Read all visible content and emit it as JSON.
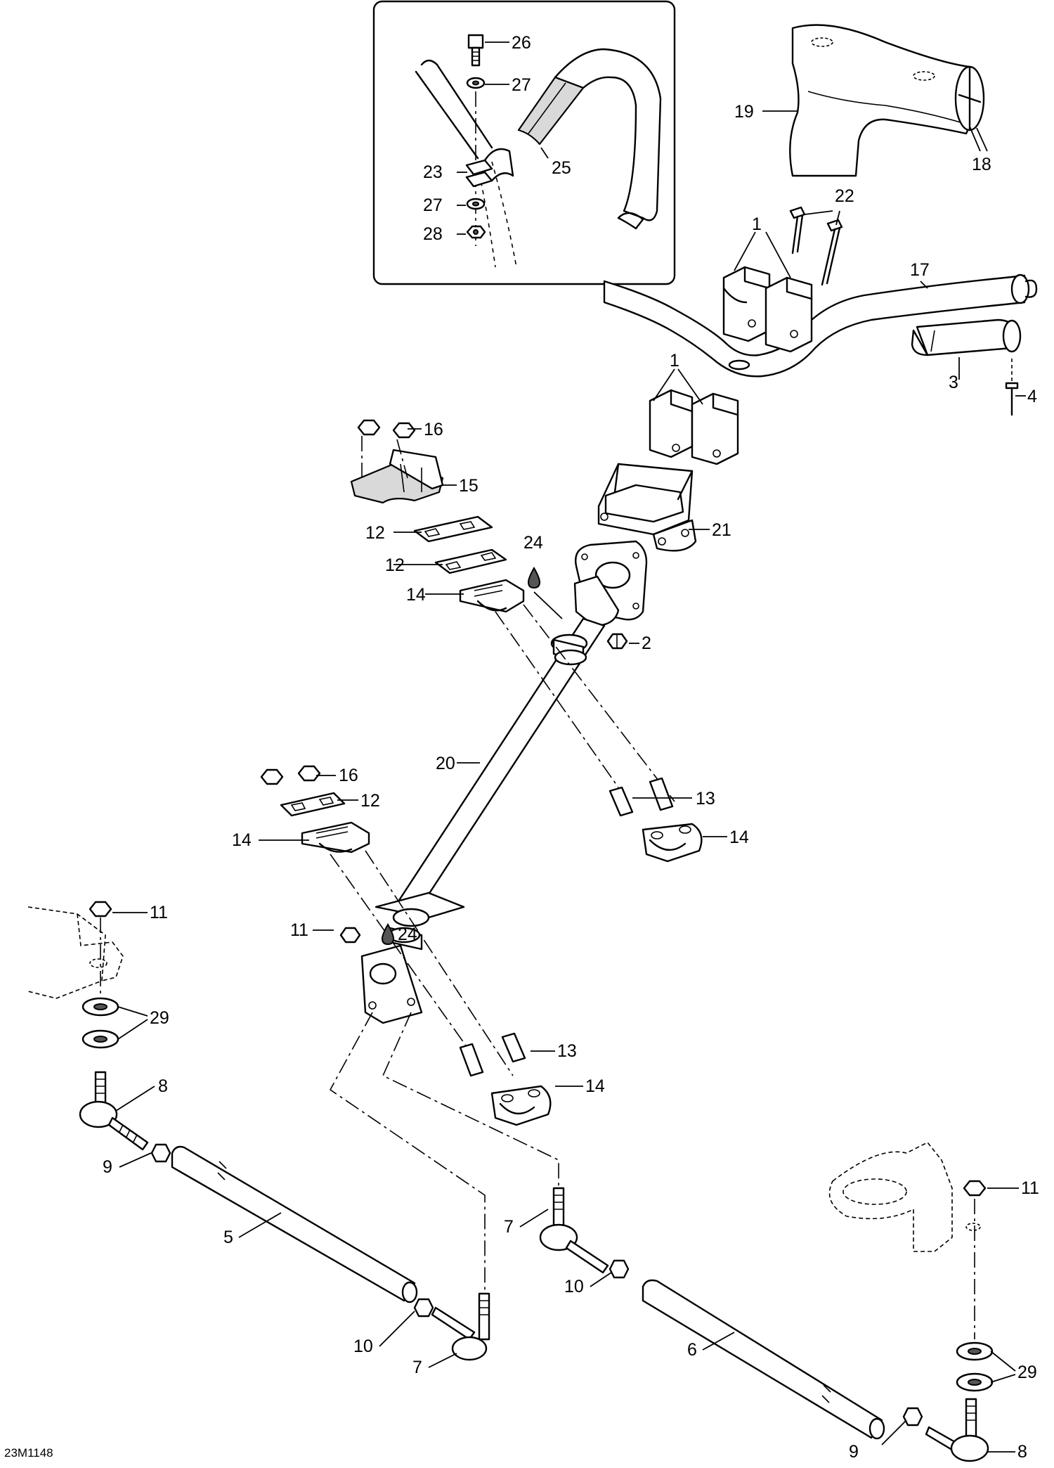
{
  "diagram": {
    "drawing_code": "23M1148",
    "callouts": [
      "1",
      "1",
      "2",
      "3",
      "4",
      "5",
      "6",
      "7",
      "7",
      "8",
      "8",
      "9",
      "9",
      "10",
      "10",
      "11",
      "11",
      "11",
      "12",
      "12",
      "12",
      "13",
      "13",
      "14",
      "14",
      "14",
      "14",
      "15",
      "16",
      "16",
      "17",
      "18",
      "19",
      "20",
      "21",
      "22",
      "23",
      "24",
      "24",
      "25",
      "26",
      "27",
      "27",
      "28",
      "29",
      "29"
    ]
  }
}
